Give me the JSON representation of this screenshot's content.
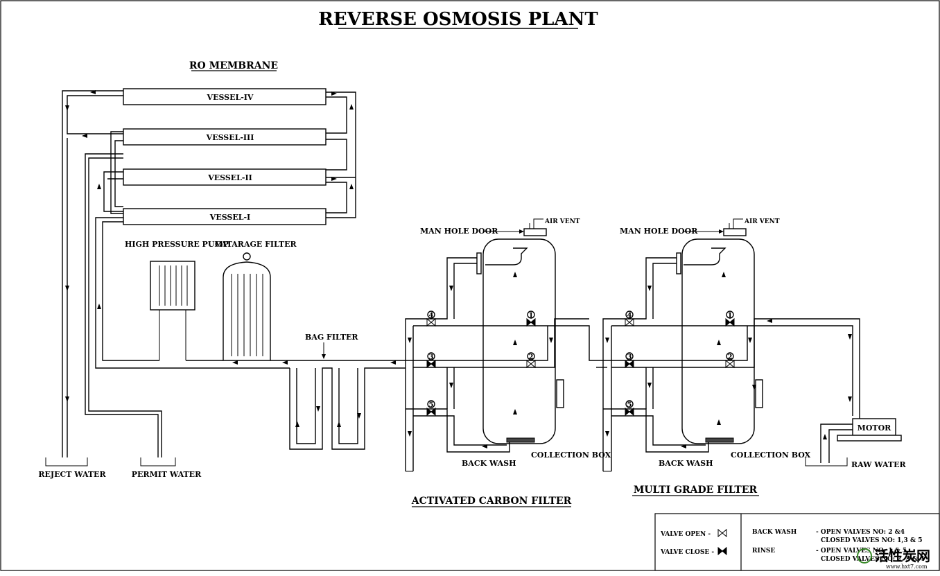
{
  "title": "REVERSE OSMOSIS PLANT",
  "sections": {
    "ro_membrane": "RO MEMBRANE",
    "activated_carbon": "ACTIVATED CARBON FILTER",
    "multi_grade": "MULTI  GRADE  FILTER"
  },
  "vessels": [
    "VESSEL-IV",
    "VESSEL-III",
    "VESSEL-II",
    "VESSEL-I"
  ],
  "equipment": {
    "hp_pump": "HIGH PRESSURE PUMP",
    "cartridge": "CATARAGE FILTER",
    "bag_filter": "BAG FILTER",
    "motor": "MOTOR"
  },
  "labels": {
    "manhole_acf": "MAN HOLE DOOR",
    "manhole_mgf": "MAN HOLE DOOR",
    "airvent_acf": "AIR VENT",
    "airvent_mgf": "AIR VENT",
    "backwash_acf": "BACK WASH",
    "backwash_mgf": "BACK WASH",
    "collection_acf": "COLLECTION BOX",
    "collection_mgf": "COLLECTION BOX",
    "reject": "REJECT WATER",
    "permit": "PERMIT WATER",
    "raw": "RAW WATER"
  },
  "valve_numbers": [
    "1",
    "2",
    "3",
    "4",
    "5"
  ],
  "legend": {
    "valve_open": "VALVE OPEN -",
    "valve_close": "VALVE CLOSE -",
    "backwash_title": "BACK WASH",
    "backwash_open": "- OPEN VALVES NO: 2 &4",
    "backwash_closed": "CLOSED VALVES NO: 1,3 & 5",
    "rinse_title": "RINSE",
    "rinse_open": "- OPEN VALVES NO: 1 & 5",
    "rinse_closed": "CLOSED VALVES NO: 2, 3 & 4"
  },
  "watermark": {
    "text": "活性炭网",
    "url": "www.hxt7.com"
  }
}
